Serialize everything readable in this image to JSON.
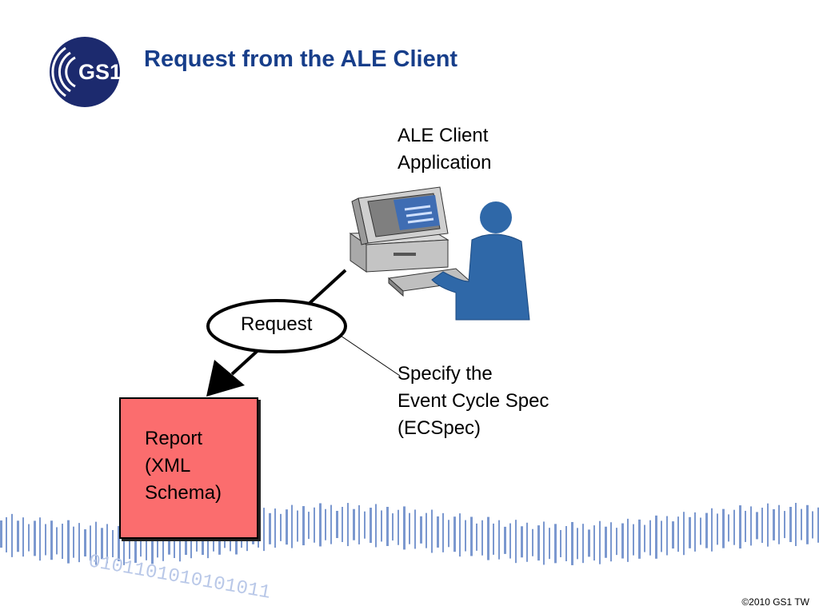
{
  "slide": {
    "title": "Request from the ALE Client",
    "logo_text": "GS1",
    "ale_client": [
      "ALE Client",
      "Application"
    ],
    "request": "Request",
    "spec": [
      "Specify the",
      "Event Cycle Spec",
      "(ECSpec)"
    ],
    "report": [
      "Report",
      "(XML",
      "Schema)"
    ],
    "footer": "©2010 GS1 TW",
    "banner_digits": "0101101010101011"
  },
  "colors": {
    "title": "#173e8a",
    "logo": "#1c2a6e",
    "report_fill": "#fb6d6e",
    "person": "#2f68a8",
    "banner": "#5b7fc4"
  }
}
